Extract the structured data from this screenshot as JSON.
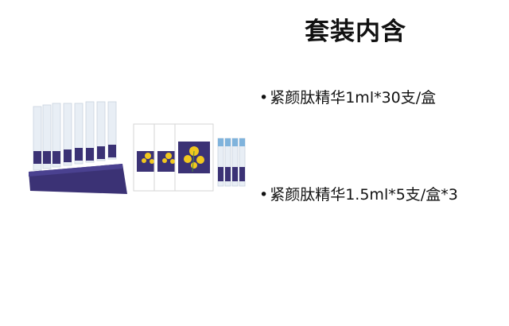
{
  "title": "套装内含",
  "items": [
    {
      "bullet": "•",
      "text": "紧颜肽精华1ml*30支/盒"
    },
    {
      "bullet": "•",
      "text": "紧颜肽精华1.5ml*5支/盒*3"
    }
  ],
  "colors": {
    "box_purple": "#3b3275",
    "flower_yellow": "#f2c81e",
    "vial_cap_blue": "#7fb3dc",
    "vial_clear": "#e8eef5"
  }
}
